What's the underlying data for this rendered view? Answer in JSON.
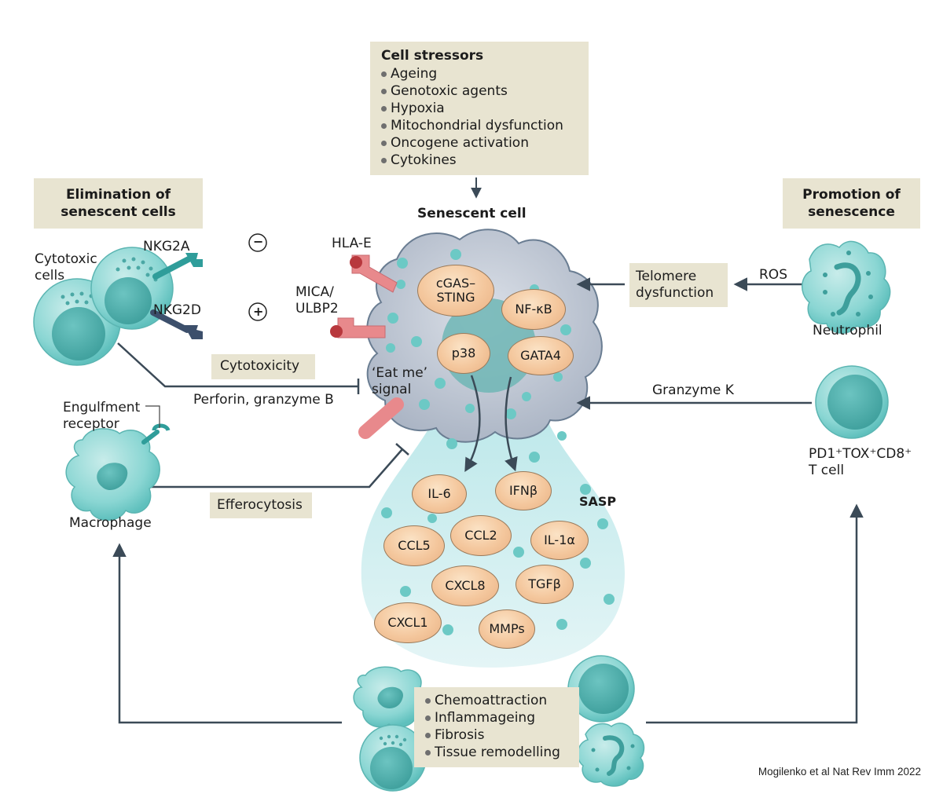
{
  "stressors": {
    "title": "Cell stressors",
    "items": [
      "Ageing",
      "Genotoxic agents",
      "Hypoxia",
      "Mitochondrial dysfunction",
      "Oncogene activation",
      "Cytokines"
    ]
  },
  "senescent_cell": {
    "title": "Senescent cell",
    "intracellular": [
      "cGAS–\nSTING",
      "NF-κB",
      "p38",
      "GATA4"
    ],
    "eat_me_signal": "‘Eat me’\nsignal",
    "ligands": {
      "inhibitory": "HLA-E",
      "activating": "MICA/\nULBP2"
    }
  },
  "elimination": {
    "title": "Elimination of\nsenescent cells",
    "cytotoxic_cells": "Cytotoxic\ncells",
    "receptor_inhibitory": "NKG2A",
    "receptor_activating": "NKG2D",
    "minus_sign": "−",
    "plus_sign": "+",
    "cytotoxicity_label": "Cytotoxicity",
    "cytotoxicity_mediators": "Perforin, granzyme B",
    "engulfment_receptor": "Engulfment\nreceptor",
    "macrophage": "Macrophage",
    "efferocytosis_label": "Efferocytosis"
  },
  "promotion": {
    "title": "Promotion of\nsenescence",
    "telomere_box": "Telomere\ndysfunction",
    "ros_label": "ROS",
    "neutrophil": "Neutrophil",
    "granzyme_label": "Granzyme K",
    "tcell_label_line1": "PD1⁺TOX⁺CD8⁺",
    "tcell_label_line2": "T cell"
  },
  "sasp": {
    "title": "SASP",
    "factors": [
      "IL-6",
      "IFNβ",
      "CCL5",
      "CCL2",
      "IL-1α",
      "CXCL8",
      "TGFβ",
      "CXCL1",
      "MMPs"
    ]
  },
  "effects": {
    "items": [
      "Chemoattraction",
      "Inflammageing",
      "Fibrosis",
      "Tissue remodelling"
    ]
  },
  "credit": "Mogilenko et al Nat Rev Imm 2022",
  "colors": {
    "box_beige": "#e8e4d1",
    "cell_teal": "#7ccfcc",
    "nucleus_teal": "#4fb3b0",
    "senescent_gray": "#b8c1cf",
    "molecule_orange": "#f4c79d",
    "ligand_pink": "#e8878a",
    "arrow_dark": "#3b4a57"
  }
}
